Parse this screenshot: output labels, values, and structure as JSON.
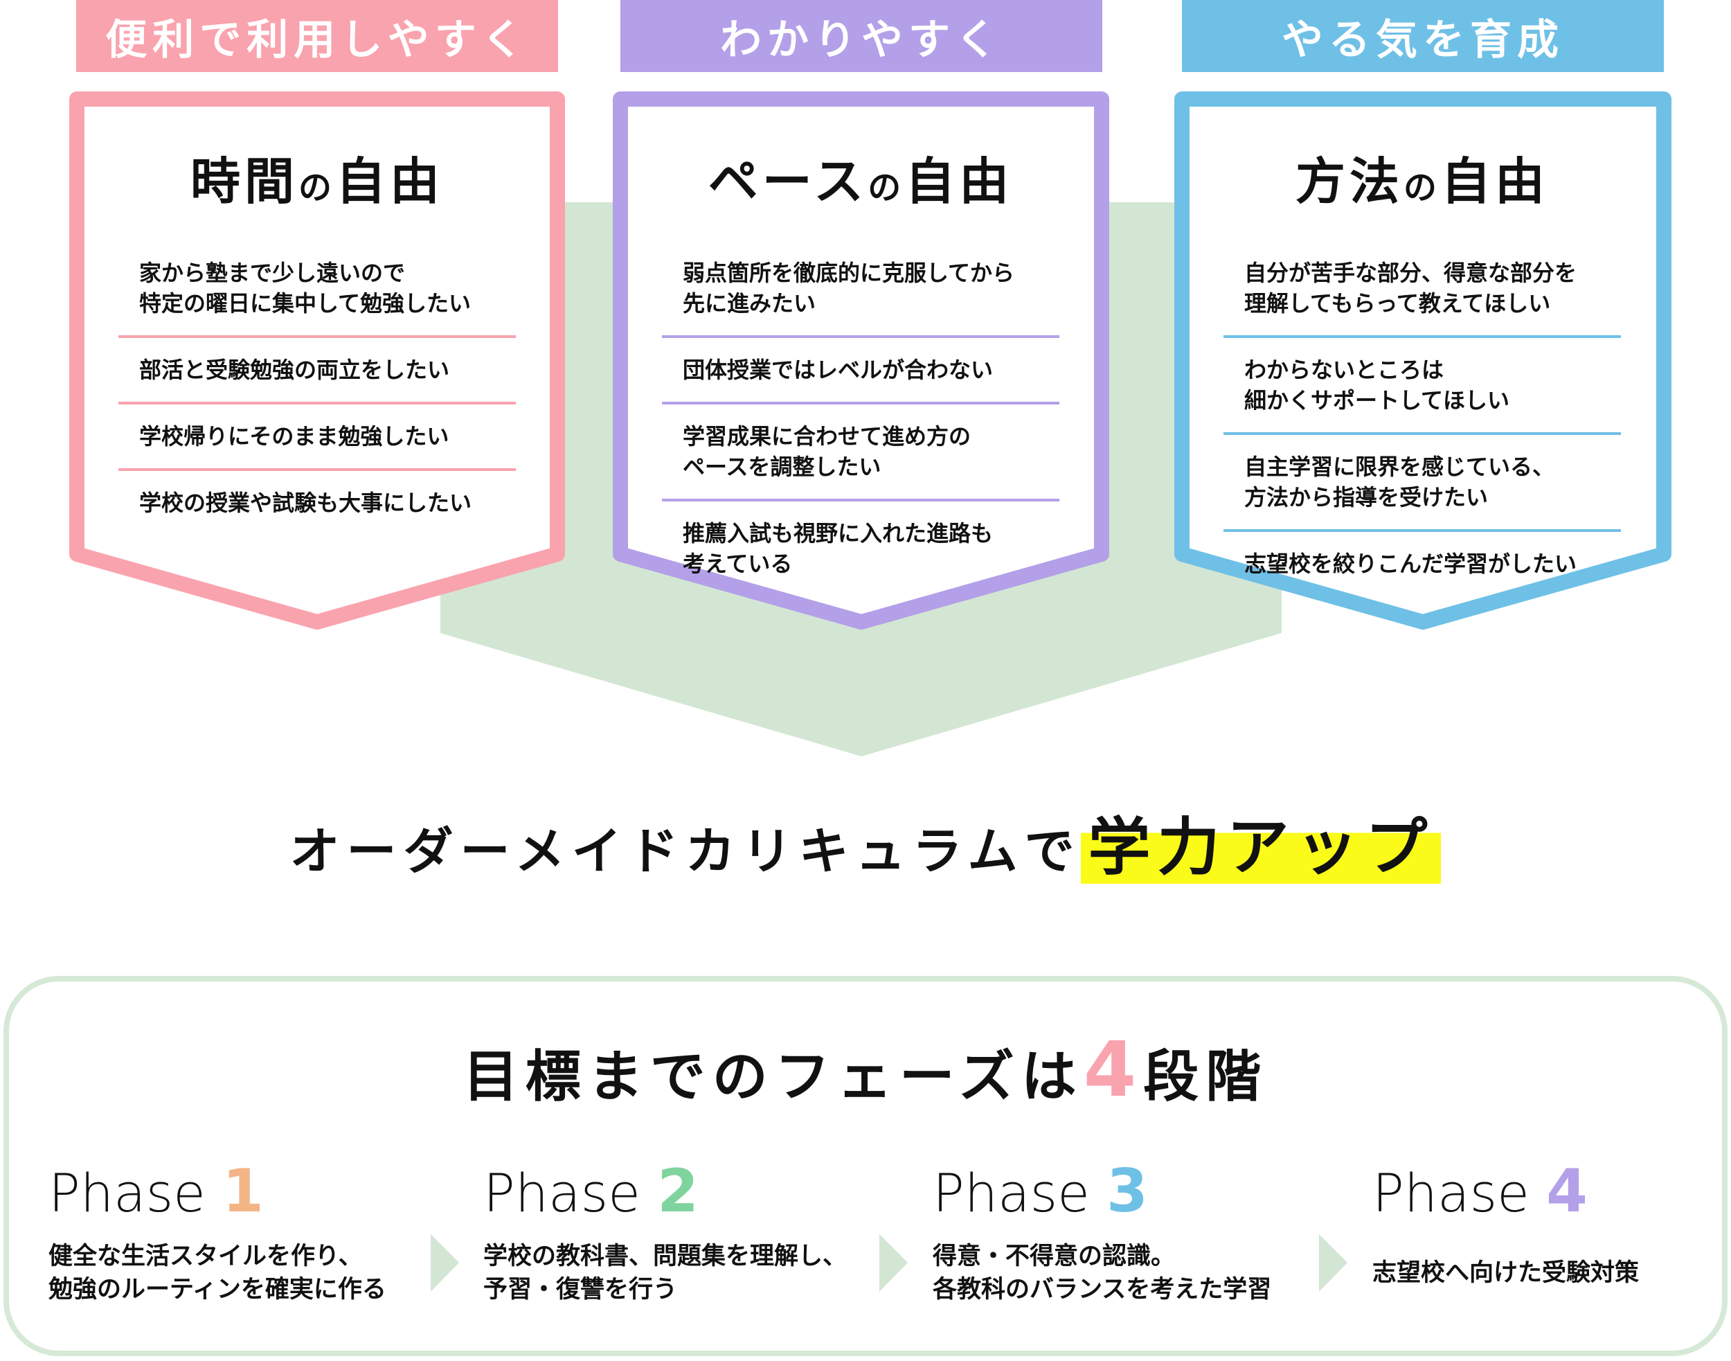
{
  "colors": {
    "pink": "#f9a3ae",
    "purple": "#b3a0e8",
    "blue": "#6fc0e6",
    "green": "#d3e6d3",
    "yellow": "#fbfb19"
  },
  "headers": [
    "便利で利用しやすく",
    "わかりやすく",
    "やる気を育成"
  ],
  "cards": [
    {
      "title_a": "時間",
      "title_no": "の",
      "title_b": "自由",
      "items": [
        [
          "家から塾まで少し遠いので",
          "特定の曜日に集中して勉強したい"
        ],
        [
          "部活と受験勉強の両立をしたい"
        ],
        [
          "学校帰りにそのまま勉強したい"
        ],
        [
          "学校の授業や試験も大事にしたい"
        ]
      ]
    },
    {
      "title_a": "ペース",
      "title_no": "の",
      "title_b": "自由",
      "items": [
        [
          "弱点箇所を徹底的に克服してから",
          "先に進みたい"
        ],
        [
          "団体授業ではレベルが合わない"
        ],
        [
          "学習成果に合わせて進め方の",
          "ペースを調整したい"
        ],
        [
          "推薦入試も視野に入れた進路も",
          "考えている"
        ]
      ]
    },
    {
      "title_a": "方法",
      "title_no": "の",
      "title_b": "自由",
      "items": [
        [
          "自分が苦手な部分、得意な部分を",
          "理解してもらって教えてほしい"
        ],
        [
          "わからないところは",
          "細かくサポートしてほしい"
        ],
        [
          "自主学習に限界を感じている、",
          "方法から指導を受けたい"
        ],
        [
          "志望校を絞りこんだ学習がしたい"
        ]
      ]
    }
  ],
  "tagline": {
    "text": "オーダーメイドカリキュラムで",
    "highlight": "学力アップ"
  },
  "phases_section": {
    "title_a": "目標までのフェーズは",
    "num": "4",
    "title_b": "段階"
  },
  "phases": [
    {
      "label": "Phase",
      "num": "1",
      "color": "#f3b486",
      "desc": [
        "健全な生活スタイルを作り、",
        "勉強のルーティンを確実に作る"
      ]
    },
    {
      "label": "Phase",
      "num": "2",
      "color": "#7fd49e",
      "desc": [
        "学校の教科書、問題集を理解し、",
        "予習・復讐を行う"
      ]
    },
    {
      "label": "Phase",
      "num": "3",
      "color": "#6fc0e6",
      "desc": [
        "得意・不得意の認識。",
        "各教科のバランスを考えた学習"
      ]
    },
    {
      "label": "Phase",
      "num": "4",
      "color": "#b3a0e8",
      "desc": [
        "志望校へ向けた受験対策"
      ]
    }
  ]
}
